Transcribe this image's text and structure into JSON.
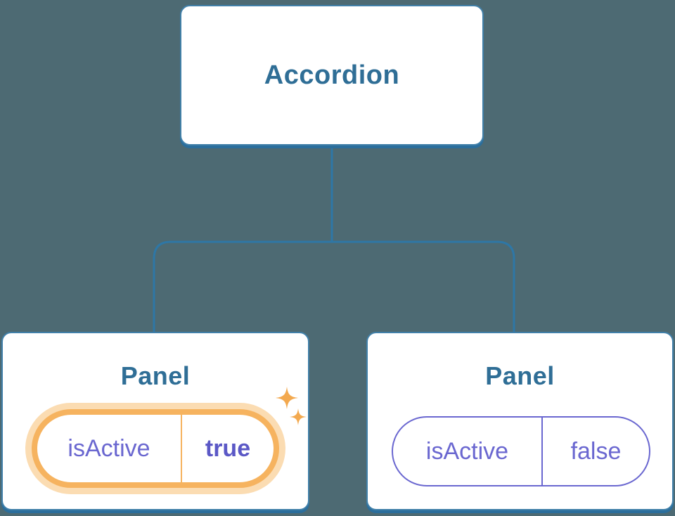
{
  "diagram": {
    "root_label": "Accordion",
    "panels": [
      {
        "label": "Panel",
        "prop_name": "isActive",
        "prop_value": "true",
        "highlighted": true
      },
      {
        "label": "Panel",
        "prop_name": "isActive",
        "prop_value": "false",
        "highlighted": false
      }
    ],
    "colors": {
      "background": "#4d6a73",
      "connector": "#2e77a6",
      "box_border": "#4180a9",
      "box_shadow": "#2b6e9c",
      "heading_text": "#2f6e96",
      "state_text": "#6a67d0",
      "state_value_active": "#5b58c6",
      "highlight": "#f6b35f",
      "highlight_glow": "#fbdcb2",
      "sparkle": "#f3a94f"
    }
  }
}
